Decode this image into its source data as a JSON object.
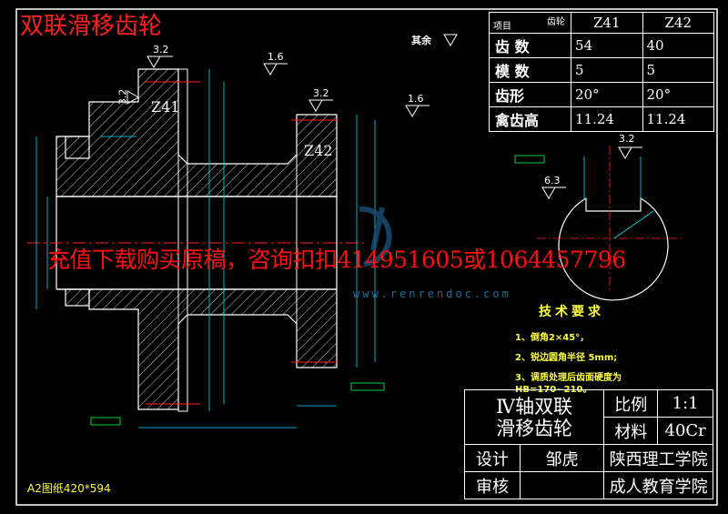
{
  "drawing_title": "双联滑移齿轮",
  "watermark": "充值下载购买原稿，咨询扣扣414951605或1064457796",
  "watermark_url": "www.renrendoc.com",
  "gear_table": {
    "header_project": "项目",
    "header_gear": "齿轮",
    "columns": [
      "Z41",
      "Z42"
    ],
    "rows": [
      {
        "label": "齿  数",
        "values": [
          "54",
          "40"
        ]
      },
      {
        "label": "模  数",
        "values": [
          "5",
          "5"
        ]
      },
      {
        "label": "齿形",
        "values": [
          "20°",
          "20°"
        ]
      },
      {
        "label": "禽齿高",
        "values": [
          "11.24",
          "11.24"
        ]
      }
    ]
  },
  "part_labels": {
    "z41": "Z41",
    "z42": "Z42"
  },
  "roughness": {
    "r1": "3.2",
    "r2": "1.6",
    "r3": "3.2",
    "r4": "3.2",
    "r5": "1.6",
    "r6": "3.2",
    "r7": "6.3",
    "rest": "其余"
  },
  "tech_requirements": {
    "title": "技术要求",
    "items": [
      "1、倒角2×45°，",
      "2、锐边圆角半径 5mm;",
      "3、调质处理后齿面硬度为",
      "HB=170~210。"
    ]
  },
  "title_block": {
    "part_name_line1": "Ⅳ轴双联",
    "part_name_line2": "滑移齿轮",
    "scale_label": "比例",
    "scale_value": "1:1",
    "material_label": "材料",
    "material_value": "40Cr",
    "design_label": "设计",
    "designer": "邹虎",
    "check_label": "审核",
    "school_line1": "陕西理工学院",
    "school_line2": "成人教育学院"
  },
  "paper_size": "A2图纸420*594",
  "colors": {
    "frame": "#ffffff",
    "red": "#ff2020",
    "yellow": "#ffff40",
    "cyan": "#00e0ff",
    "green": "#00ff40",
    "magenta": "#ff40ff"
  }
}
